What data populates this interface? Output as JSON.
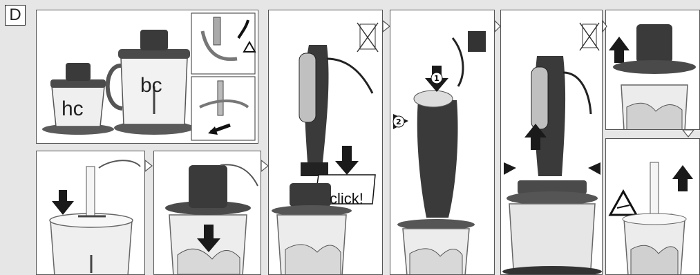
{
  "section_label": "D",
  "labels": {
    "hc": "hc",
    "bc": "bc",
    "click": "click!"
  },
  "step_numbers": {
    "one": "1",
    "two": "2"
  },
  "colors": {
    "background": "#e6e6e6",
    "panel_border": "#555555",
    "device_dark": "#3a3a3a",
    "arrow": "#1a1a1a",
    "bowl": "#e0e0e0"
  },
  "icons": [
    "no-plug-icon",
    "warning-blade-icon",
    "down-arrow-icon",
    "up-arrow-icon",
    "rotate-arrow-icon"
  ]
}
